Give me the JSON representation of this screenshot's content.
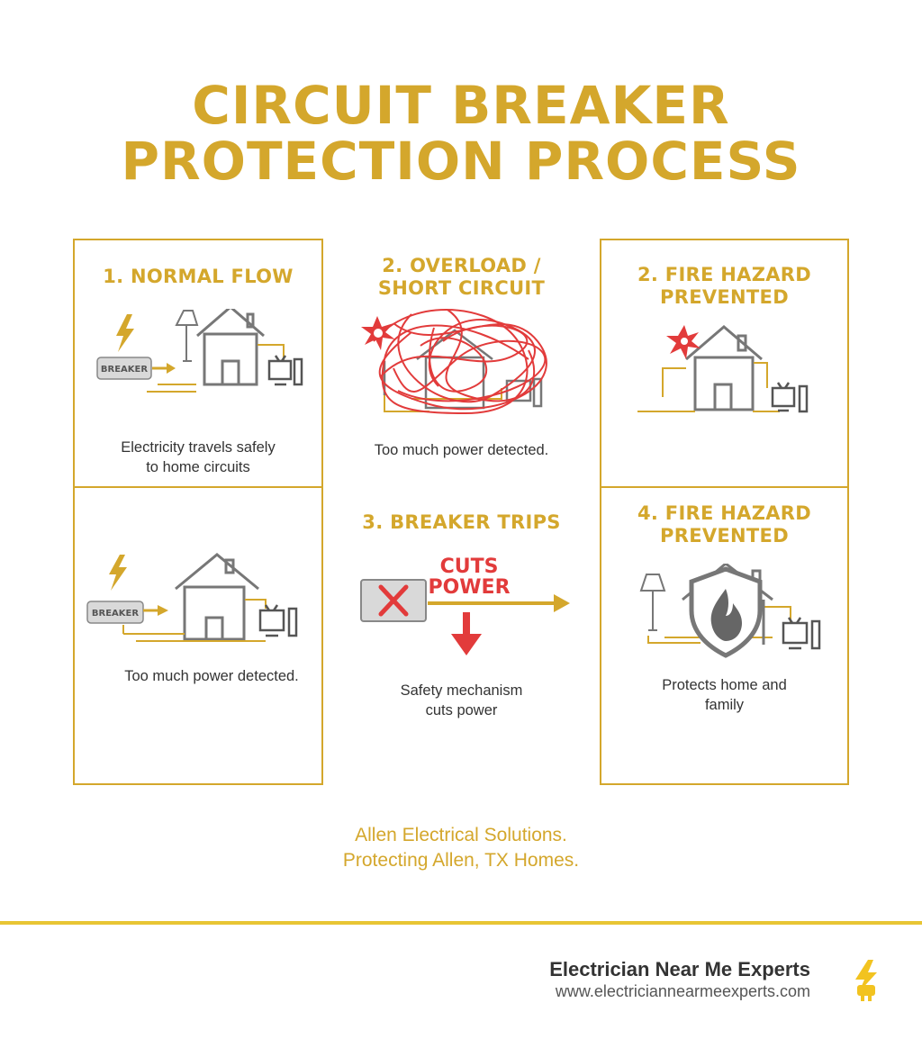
{
  "title": {
    "line1": "CIRCUIT BREAKER",
    "line2": "PROTECTION PROCESS"
  },
  "panels": {
    "normal_flow": {
      "heading": "1. NORMAL FLOW",
      "breaker_label": "BREAKER",
      "caption_line1": "Electricity travels safely",
      "caption_line2": "to home circuits"
    },
    "overload": {
      "heading_line1": "2. OVERLOAD /",
      "heading_line2": "SHORT CIRCUIT",
      "caption": "Too much power detected."
    },
    "fire_hazard_top": {
      "heading_line1": "2. FIRE HAZARD",
      "heading_line2": "PREVENTED"
    },
    "repeat": {
      "breaker_label": "BREAKER",
      "caption": "Too much power detected."
    },
    "breaker_trips": {
      "heading": "3. BREAKER TRIPS",
      "cuts_line1": "CUTS",
      "cuts_line2": "POWER",
      "caption_line1": "Safety mechanism",
      "caption_line2": "cuts power"
    },
    "fire_hazard_bottom": {
      "heading_line1": "4. FIRE HAZARD",
      "heading_line2": "PREVENTED",
      "caption_line1": "Protects home and",
      "caption_line2": "family"
    }
  },
  "tagline": {
    "line1": "Allen Electrical Solutions.",
    "line2": "Protecting Allen, TX Homes."
  },
  "footer": {
    "brand_name": "Electrician Near Me Experts",
    "brand_url": "www.electriciannearmeexperts.com"
  },
  "colors": {
    "accent": "#d4a72c",
    "alert": "#e23b3b",
    "footer_line": "#e8c534"
  }
}
